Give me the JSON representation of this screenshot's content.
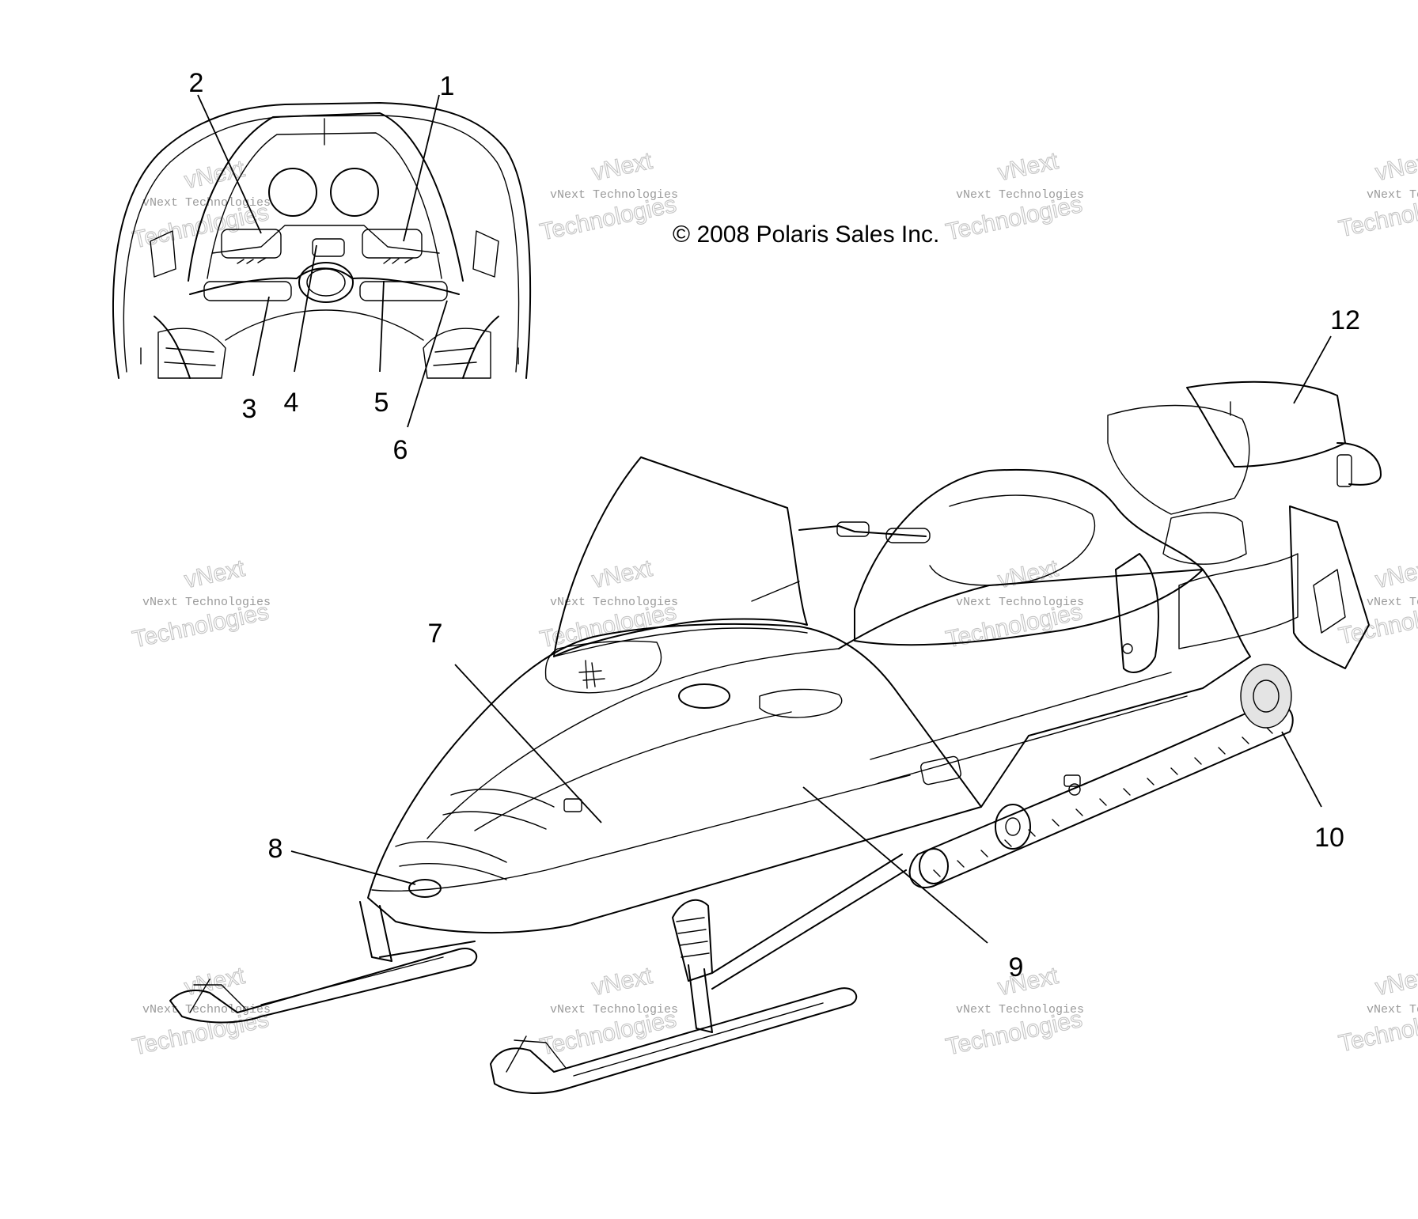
{
  "copyright": "© 2008 Polaris Sales Inc.",
  "watermark": {
    "line1": "vNext",
    "line2": "vNext Technologies",
    "line3": "Technologies"
  },
  "callouts": [
    {
      "id": "1",
      "label": "1"
    },
    {
      "id": "2",
      "label": "2"
    },
    {
      "id": "3",
      "label": "3"
    },
    {
      "id": "4",
      "label": "4"
    },
    {
      "id": "5",
      "label": "5"
    },
    {
      "id": "6",
      "label": "6"
    },
    {
      "id": "7",
      "label": "7"
    },
    {
      "id": "8",
      "label": "8"
    },
    {
      "id": "9",
      "label": "9"
    },
    {
      "id": "10",
      "label": "10"
    },
    {
      "id": "12",
      "label": "12"
    }
  ],
  "colors": {
    "line": "#000000",
    "background": "#ffffff",
    "watermark": "#9a9a9a"
  }
}
